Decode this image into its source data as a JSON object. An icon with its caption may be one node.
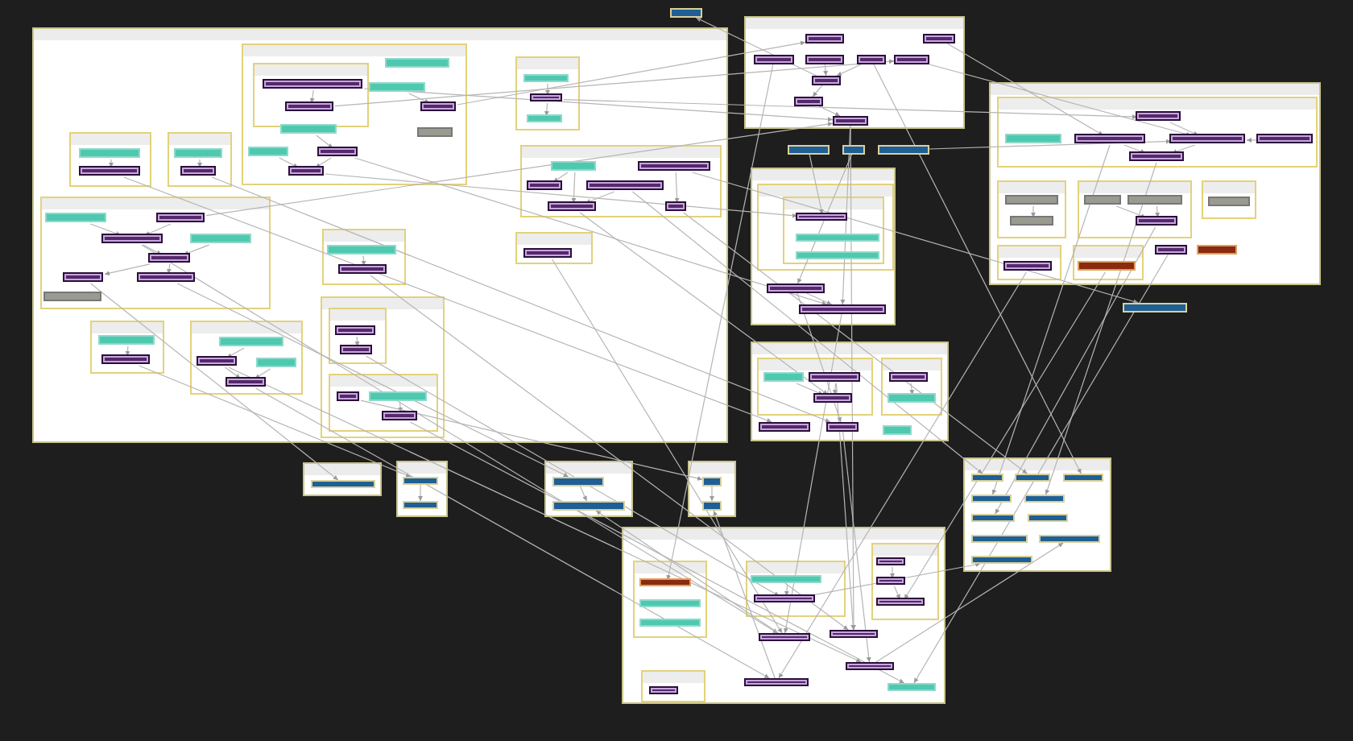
{
  "diagram": {
    "nodes": [
      {
        "text": [],
        "shape": "box"
      },
      {
        "text": [],
        "shape": "box",
        "in": 0
      },
      {
        "text": [],
        "shape": "box",
        "in": 1
      },
      {
        "text": [],
        "shape": "box",
        "in": 2
      },
      {
        "text": [],
        "shape": "box",
        "in": 2
      },
      {
        "text": [],
        "shape": "box",
        "in": 1
      },
      {
        "text": [],
        "shape": "box",
        "in": 1
      },
      {
        "text": [],
        "shape": "box",
        "in": 1
      },
      {
        "text": [],
        "shape": "box",
        "in": 1
      },
      {
        "text": [],
        "shape": "box",
        "in": 1
      },
      {
        "text": [],
        "shape": "box",
        "in": 1
      },
      {
        "text": [],
        "shape": "box",
        "in": 1
      },
      {
        "text": [],
        "shape": "box",
        "in": 1
      },
      {
        "text": [],
        "shape": "box",
        "in": 0
      },
      {
        "text": [],
        "shape": "box",
        "in": 13
      },
      {
        "text": [],
        "shape": "box",
        "in": 13
      },
      {
        "text": [],
        "shape": "box",
        "in": 0
      },
      {
        "text": [],
        "shape": "box",
        "in": 16
      },
      {
        "text": [],
        "shape": "box",
        "in": 16
      },
      {
        "text": [],
        "shape": "box",
        "in": 0
      },
      {
        "text": [],
        "shape": "box",
        "in": 19
      },
      {
        "text": [],
        "shape": "box",
        "in": 19
      },
      {
        "text": [],
        "shape": "box",
        "in": 19
      },
      {
        "text": [],
        "shape": "box",
        "in": 19
      },
      {
        "text": [],
        "shape": "box",
        "in": 19
      },
      {
        "text": [],
        "shape": "box",
        "in": 19
      },
      {
        "text": [],
        "shape": "box",
        "in": 19
      },
      {
        "text": [],
        "shape": "box",
        "in": 19
      },
      {
        "text": [],
        "shape": "box",
        "in": 0
      },
      {
        "text": [],
        "shape": "box",
        "in": 28
      },
      {
        "text": [],
        "shape": "box",
        "in": 28
      },
      {
        "text": [],
        "shape": "box",
        "in": 0
      },
      {
        "text": [],
        "shape": "box",
        "in": 31
      },
      {
        "text": [],
        "shape": "box",
        "in": 31
      },
      {
        "text": [],
        "shape": "box",
        "in": 0
      },
      {
        "text": [],
        "shape": "box",
        "in": 34
      },
      {
        "text": [],
        "shape": "box",
        "in": 34
      },
      {
        "text": [],
        "shape": "box",
        "in": 34
      },
      {
        "text": [],
        "shape": "box",
        "in": 34
      },
      {
        "text": [],
        "shape": "box",
        "in": 0
      },
      {
        "text": [],
        "shape": "box",
        "in": 39
      },
      {
        "text": [],
        "shape": "box",
        "in": 40
      },
      {
        "text": [],
        "shape": "box",
        "in": 40
      },
      {
        "text": [],
        "shape": "box",
        "in": 39
      },
      {
        "text": [],
        "shape": "box",
        "in": 43
      },
      {
        "text": [],
        "shape": "box",
        "in": 43
      },
      {
        "text": [],
        "shape": "box",
        "in": 43
      },
      {
        "text": [],
        "shape": "box",
        "in": 0
      },
      {
        "text": [],
        "shape": "box",
        "in": 47
      },
      {
        "text": [],
        "shape": "box",
        "in": 47
      },
      {
        "text": [],
        "shape": "box",
        "in": 47
      },
      {
        "text": [],
        "shape": "box",
        "in": 0
      },
      {
        "text": [],
        "shape": "box",
        "in": 51
      },
      {
        "text": [],
        "shape": "box",
        "in": 51
      },
      {
        "text": [],
        "shape": "box",
        "in": 51
      },
      {
        "text": [],
        "shape": "box",
        "in": 51
      },
      {
        "text": [],
        "shape": "box",
        "in": 51
      },
      {
        "text": [],
        "shape": "box",
        "in": 51
      },
      {
        "text": [],
        "shape": "box",
        "in": 0
      },
      {
        "text": [],
        "shape": "box",
        "in": 58
      },
      {
        "text": [],
        "shape": "box"
      },
      {
        "text": [],
        "shape": "box"
      },
      {
        "text": [],
        "shape": "box",
        "in": 61
      },
      {
        "text": [],
        "shape": "box",
        "in": 61
      },
      {
        "text": [],
        "shape": "box",
        "in": 61
      },
      {
        "text": [],
        "shape": "box",
        "in": 61
      },
      {
        "text": [],
        "shape": "box",
        "in": 61
      },
      {
        "text": [],
        "shape": "box",
        "in": 61
      },
      {
        "text": [],
        "shape": "box",
        "in": 61
      },
      {
        "text": [],
        "shape": "box",
        "in": 61
      },
      {
        "text": [],
        "shape": "box",
        "in": 61
      },
      {
        "text": [],
        "shape": "box"
      },
      {
        "text": [],
        "shape": "box"
      },
      {
        "text": [],
        "shape": "box"
      },
      {
        "text": [],
        "shape": "box"
      },
      {
        "text": [],
        "shape": "box",
        "in": 74
      },
      {
        "text": [],
        "shape": "box",
        "in": 75
      },
      {
        "text": [],
        "shape": "box",
        "in": 76
      },
      {
        "text": [],
        "shape": "box",
        "in": 76
      },
      {
        "text": [],
        "shape": "box",
        "in": 76
      },
      {
        "text": [],
        "shape": "box",
        "in": 74
      },
      {
        "text": [],
        "shape": "box",
        "in": 74
      },
      {
        "text": [],
        "shape": "box"
      },
      {
        "text": [],
        "shape": "box",
        "in": 82
      },
      {
        "text": [],
        "shape": "box",
        "in": 83
      },
      {
        "text": [],
        "shape": "box",
        "in": 83
      },
      {
        "text": [],
        "shape": "box",
        "in": 83
      },
      {
        "text": [],
        "shape": "box",
        "in": 82
      },
      {
        "text": [],
        "shape": "box",
        "in": 87
      },
      {
        "text": [],
        "shape": "box",
        "in": 87
      },
      {
        "text": [],
        "shape": "box",
        "in": 82
      },
      {
        "text": [],
        "shape": "box",
        "in": 82
      },
      {
        "text": [],
        "shape": "box",
        "in": 82
      },
      {
        "text": [],
        "shape": "box"
      },
      {
        "text": [],
        "shape": "box",
        "in": 93
      },
      {
        "text": [],
        "shape": "box",
        "in": 94
      },
      {
        "text": [],
        "shape": "box",
        "in": 94
      },
      {
        "text": [],
        "shape": "box",
        "in": 94
      },
      {
        "text": [],
        "shape": "box",
        "in": 94
      },
      {
        "text": [],
        "shape": "box",
        "in": 94
      },
      {
        "text": [],
        "shape": "box",
        "in": 94
      },
      {
        "text": [],
        "shape": "box",
        "in": 93
      },
      {
        "text": [],
        "shape": "box",
        "in": 101
      },
      {
        "text": [],
        "shape": "box",
        "in": 101
      },
      {
        "text": [],
        "shape": "box",
        "in": 93
      },
      {
        "text": [],
        "shape": "box",
        "in": 104
      },
      {
        "text": [],
        "shape": "box",
        "in": 104
      },
      {
        "text": [],
        "shape": "box",
        "in": 104
      },
      {
        "text": [],
        "shape": "box",
        "in": 93
      },
      {
        "text": [],
        "shape": "box",
        "in": 108
      },
      {
        "text": [],
        "shape": "box",
        "in": 93
      },
      {
        "text": [],
        "shape": "box",
        "in": 110
      },
      {
        "text": [],
        "shape": "box",
        "in": 93
      },
      {
        "text": [],
        "shape": "box",
        "in": 112
      },
      {
        "text": [],
        "shape": "box",
        "in": 93
      },
      {
        "text": [],
        "shape": "box",
        "in": 93
      },
      {
        "text": [],
        "shape": "box"
      },
      {
        "text": [],
        "shape": "box"
      },
      {
        "text": [],
        "shape": "box",
        "in": 117
      },
      {
        "text": [],
        "shape": "box"
      },
      {
        "text": [],
        "shape": "box",
        "in": 119
      },
      {
        "text": [],
        "shape": "box",
        "in": 119
      },
      {
        "text": [],
        "shape": "box"
      },
      {
        "text": [],
        "shape": "box",
        "in": 122
      },
      {
        "text": [],
        "shape": "box",
        "in": 122
      },
      {
        "text": [],
        "shape": "box"
      },
      {
        "text": [],
        "shape": "box",
        "in": 125
      },
      {
        "text": [],
        "shape": "box",
        "in": 125
      },
      {
        "text": [],
        "shape": "box"
      },
      {
        "text": [],
        "shape": "box",
        "in": 128
      },
      {
        "text": [],
        "shape": "box",
        "in": 128
      },
      {
        "text": [],
        "shape": "box",
        "in": 128
      },
      {
        "text": [],
        "shape": "box",
        "in": 128
      },
      {
        "text": [],
        "shape": "box",
        "in": 128
      },
      {
        "text": [],
        "shape": "box",
        "in": 128
      },
      {
        "text": [],
        "shape": "box",
        "in": 128
      },
      {
        "text": [],
        "shape": "box",
        "in": 128
      },
      {
        "text": [],
        "shape": "box",
        "in": 128
      },
      {
        "text": [],
        "shape": "box",
        "in": 128
      },
      {
        "text": [],
        "shape": "box"
      },
      {
        "text": [],
        "shape": "box",
        "in": 139
      },
      {
        "text": [],
        "shape": "box",
        "in": 140
      },
      {
        "text": [],
        "shape": "box",
        "in": 140
      },
      {
        "text": [],
        "shape": "box",
        "in": 140
      },
      {
        "text": [],
        "shape": "box",
        "in": 139
      },
      {
        "text": [],
        "shape": "box",
        "in": 144
      },
      {
        "text": [],
        "shape": "box",
        "in": 144
      },
      {
        "text": [],
        "shape": "box",
        "in": 139
      },
      {
        "text": [],
        "shape": "box",
        "in": 147
      },
      {
        "text": [],
        "shape": "box",
        "in": 147
      },
      {
        "text": [],
        "shape": "box",
        "in": 147
      },
      {
        "text": [],
        "shape": "box",
        "in": 139
      },
      {
        "text": [],
        "shape": "box",
        "in": 139
      },
      {
        "text": [],
        "shape": "box",
        "in": 139
      },
      {
        "text": [],
        "shape": "box",
        "in": 139
      },
      {
        "text": [],
        "shape": "box",
        "in": 139
      },
      {
        "text": [],
        "shape": "box",
        "in": 139
      },
      {
        "text": [],
        "shape": "box",
        "in": 156
      }
    ],
    "edges": [
      {
        "from": 3,
        "to": 4,
        "arrow": "to"
      },
      {
        "from": 6,
        "to": 7,
        "arrow": "to"
      },
      {
        "from": 9,
        "to": 11,
        "arrow": "to"
      },
      {
        "from": 10,
        "to": 12,
        "arrow": "to"
      },
      {
        "from": 11,
        "to": 12,
        "arrow": "to"
      },
      {
        "from": 14,
        "to": 15,
        "arrow": "to"
      },
      {
        "from": 17,
        "to": 18,
        "arrow": "to"
      },
      {
        "from": 20,
        "to": 22,
        "arrow": "to"
      },
      {
        "from": 21,
        "to": 22,
        "arrow": "to"
      },
      {
        "from": 22,
        "to": 24,
        "arrow": "to"
      },
      {
        "from": 23,
        "to": 24,
        "arrow": "to"
      },
      {
        "from": 24,
        "to": 26,
        "arrow": "to"
      },
      {
        "from": 24,
        "to": 25,
        "arrow": "to"
      },
      {
        "from": 29,
        "to": 30,
        "arrow": "to"
      },
      {
        "from": 32,
        "to": 33,
        "arrow": "to"
      },
      {
        "from": 35,
        "to": 36,
        "arrow": "to"
      },
      {
        "from": 37,
        "to": 38,
        "arrow": "to"
      },
      {
        "from": 36,
        "to": 38,
        "arrow": "to"
      },
      {
        "from": 41,
        "to": 42,
        "arrow": "to"
      },
      {
        "from": 45,
        "to": 46,
        "arrow": "to"
      },
      {
        "from": 48,
        "to": 49,
        "arrow": "to"
      },
      {
        "from": 49,
        "to": 50,
        "arrow": "to"
      },
      {
        "from": 52,
        "to": 54,
        "arrow": "to"
      },
      {
        "from": 52,
        "to": 56,
        "arrow": "to"
      },
      {
        "from": 55,
        "to": 56,
        "arrow": "to"
      },
      {
        "from": 53,
        "to": 57,
        "arrow": "to"
      },
      {
        "from": 65,
        "to": 68,
        "arrow": "to"
      },
      {
        "from": 68,
        "to": 69,
        "arrow": "to"
      },
      {
        "from": 69,
        "to": 70,
        "arrow": "to"
      },
      {
        "from": 66,
        "to": 68,
        "arrow": "to"
      },
      {
        "from": 80,
        "to": 81,
        "arrow": "to"
      },
      {
        "from": 84,
        "to": 86,
        "arrow": "to"
      },
      {
        "from": 85,
        "to": 86,
        "arrow": "to"
      },
      {
        "from": 88,
        "to": 89,
        "arrow": "to"
      },
      {
        "from": 95,
        "to": 98,
        "arrow": "to"
      },
      {
        "from": 97,
        "to": 100,
        "arrow": "to"
      },
      {
        "from": 98,
        "to": 100,
        "arrow": "to"
      },
      {
        "from": 99,
        "to": 98,
        "arrow": "to"
      },
      {
        "from": 102,
        "to": 103,
        "arrow": "to"
      },
      {
        "from": 105,
        "to": 107,
        "arrow": "to"
      },
      {
        "from": 106,
        "to": 107,
        "arrow": "to"
      },
      {
        "from": 120,
        "to": 121,
        "arrow": "to"
      },
      {
        "from": 123,
        "to": 124,
        "arrow": "to"
      },
      {
        "from": 126,
        "to": 127,
        "arrow": "to"
      },
      {
        "from": 145,
        "to": 146,
        "arrow": "to"
      },
      {
        "from": 148,
        "to": 149,
        "arrow": "to"
      },
      {
        "from": 149,
        "to": 150,
        "arrow": "to"
      },
      {
        "from": 3,
        "to": 70,
        "arrow": "to"
      },
      {
        "from": 7,
        "to": 62,
        "arrow": "to"
      },
      {
        "from": 11,
        "to": 81,
        "arrow": "to"
      },
      {
        "from": 15,
        "to": 90,
        "arrow": "to"
      },
      {
        "from": 18,
        "to": 91,
        "arrow": "to"
      },
      {
        "from": 22,
        "to": 151,
        "arrow": "to"
      },
      {
        "from": 25,
        "to": 118,
        "arrow": "to"
      },
      {
        "from": 26,
        "to": 123,
        "arrow": "to"
      },
      {
        "from": 30,
        "to": 152,
        "arrow": "to"
      },
      {
        "from": 33,
        "to": 120,
        "arrow": "to"
      },
      {
        "from": 36,
        "to": 153,
        "arrow": "to"
      },
      {
        "from": 38,
        "to": 154,
        "arrow": "to"
      },
      {
        "from": 42,
        "to": 146,
        "arrow": "to"
      },
      {
        "from": 46,
        "to": 155,
        "arrow": "to"
      },
      {
        "from": 49,
        "to": 95,
        "arrow": "to"
      },
      {
        "from": 53,
        "to": 116,
        "arrow": "to"
      },
      {
        "from": 55,
        "to": 129,
        "arrow": "to"
      },
      {
        "from": 57,
        "to": 130,
        "arrow": "to"
      },
      {
        "from": 59,
        "to": 151,
        "arrow": "to"
      },
      {
        "from": 63,
        "to": 97,
        "arrow": "to"
      },
      {
        "from": 64,
        "to": 141,
        "arrow": "to"
      },
      {
        "from": 66,
        "to": 131,
        "arrow": "to"
      },
      {
        "from": 67,
        "to": 98,
        "arrow": "to"
      },
      {
        "from": 70,
        "to": 152,
        "arrow": "to"
      },
      {
        "from": 70,
        "to": 81,
        "arrow": "to"
      },
      {
        "from": 80,
        "to": 91,
        "arrow": "to"
      },
      {
        "from": 81,
        "to": 151,
        "arrow": "to"
      },
      {
        "from": 85,
        "to": 152,
        "arrow": "to"
      },
      {
        "from": 91,
        "to": 153,
        "arrow": "to"
      },
      {
        "from": 97,
        "to": 132,
        "arrow": "to"
      },
      {
        "from": 100,
        "to": 133,
        "arrow": "to"
      },
      {
        "from": 107,
        "to": 134,
        "arrow": "to"
      },
      {
        "from": 111,
        "to": 154,
        "arrow": "to"
      },
      {
        "from": 113,
        "to": 150,
        "arrow": "to"
      },
      {
        "from": 114,
        "to": 155,
        "arrow": "to"
      },
      {
        "from": 21,
        "to": 70,
        "arrow": "to"
      },
      {
        "from": 12,
        "to": 77,
        "arrow": "to"
      },
      {
        "from": 4,
        "to": 67,
        "arrow": "to"
      },
      {
        "from": 56,
        "to": 86,
        "arrow": "to"
      },
      {
        "from": 44,
        "to": 126,
        "arrow": "to"
      },
      {
        "from": 154,
        "to": 127,
        "arrow": "to"
      },
      {
        "from": 151,
        "to": 124,
        "arrow": "to"
      },
      {
        "from": 153,
        "to": 137,
        "arrow": "to"
      },
      {
        "from": 146,
        "to": 138,
        "arrow": "to"
      },
      {
        "from": 68,
        "to": 60,
        "arrow": "to"
      },
      {
        "from": 73,
        "to": 98,
        "arrow": "to"
      },
      {
        "from": 71,
        "to": 77,
        "arrow": "to"
      },
      {
        "from": 72,
        "to": 80,
        "arrow": "to"
      }
    ]
  }
}
